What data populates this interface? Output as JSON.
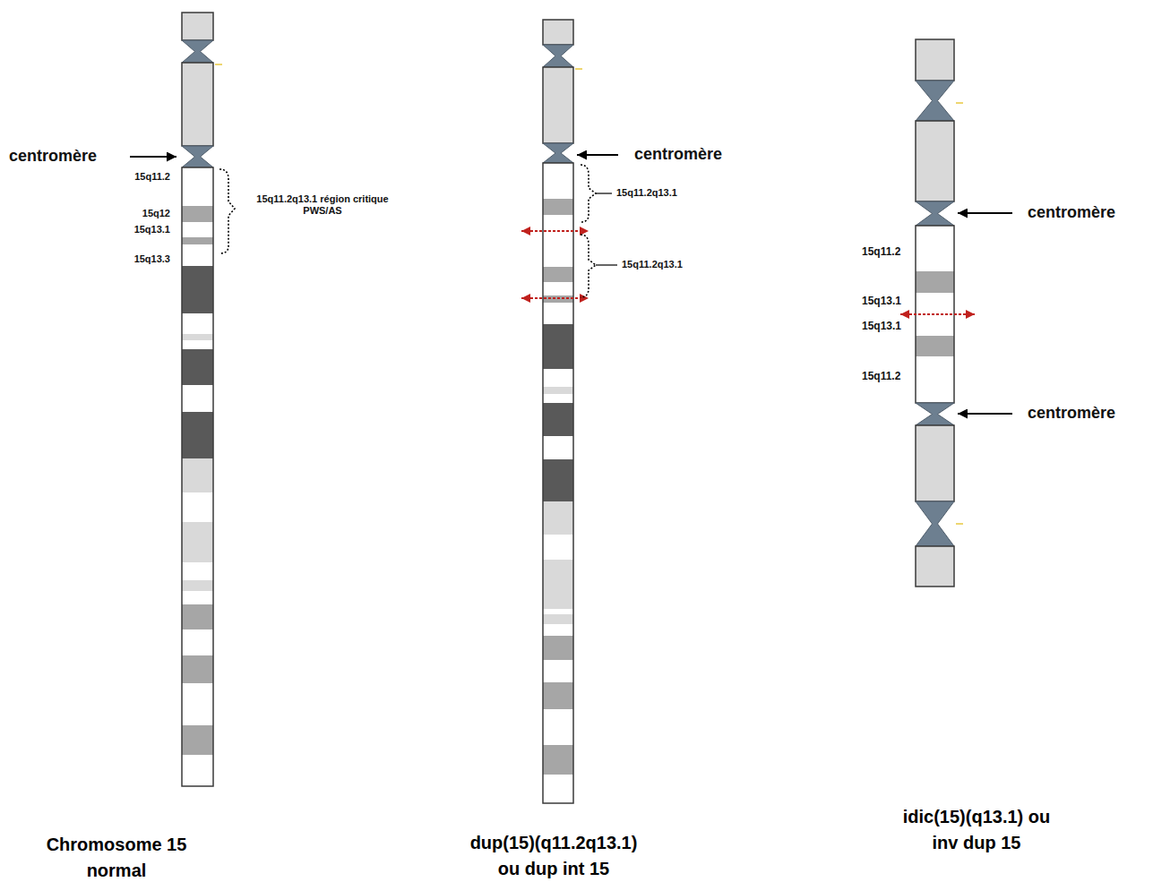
{
  "diagram": {
    "labels": [
      "centromère",
      "15q11.2",
      "15q12",
      "15q13.1",
      "15q13.3",
      "15q11.2q13.1 région critique PWS/AS",
      "centromère",
      "15q11.2q13.1",
      "15q11.2q13.1",
      "centromère",
      "15q11.2",
      "15q13.1",
      "15q13.1",
      "15q11.2",
      "centromère",
      "Chromosome 15 normal",
      "dup(15)(q11.2q13.1) ou dup int 15",
      "idic(15)(q13.1) ou inv dup 15"
    ]
  }
}
